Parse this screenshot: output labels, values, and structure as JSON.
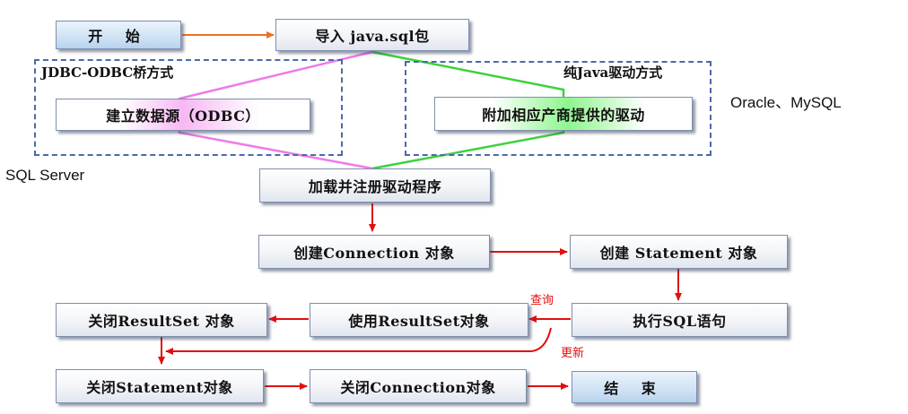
{
  "nodes": {
    "start": "开 始",
    "import": "导入 java.sql包",
    "odbc_source": "建立数据源（ODBC）",
    "vendor_driver": "附加相应产商提供的驱动",
    "load_driver": "加载并注册驱动程序",
    "create_connection": "创建Connection 对象",
    "create_statement": "创建 Statement 对象",
    "execute_sql": "执行SQL语句",
    "use_resultset": "使用ResultSet对象",
    "close_resultset": "关闭ResultSet 对象",
    "close_statement": "关闭Statement对象",
    "close_connection": "关闭Connection对象",
    "end": "结 束"
  },
  "regions": {
    "left_label": "JDBC-ODBC桥方式",
    "right_label": "纯Java驱动方式"
  },
  "notes": {
    "right_note": "Oracle、MySQL",
    "left_note": "SQL Server",
    "query": "查询",
    "update": "更新"
  },
  "colors": {
    "arrow_red": "#e01010",
    "arrow_orange": "#f07020",
    "bridge_line": "#f07ae8",
    "java_line": "#3cd23c",
    "dash_border": "#4a6aa8"
  }
}
